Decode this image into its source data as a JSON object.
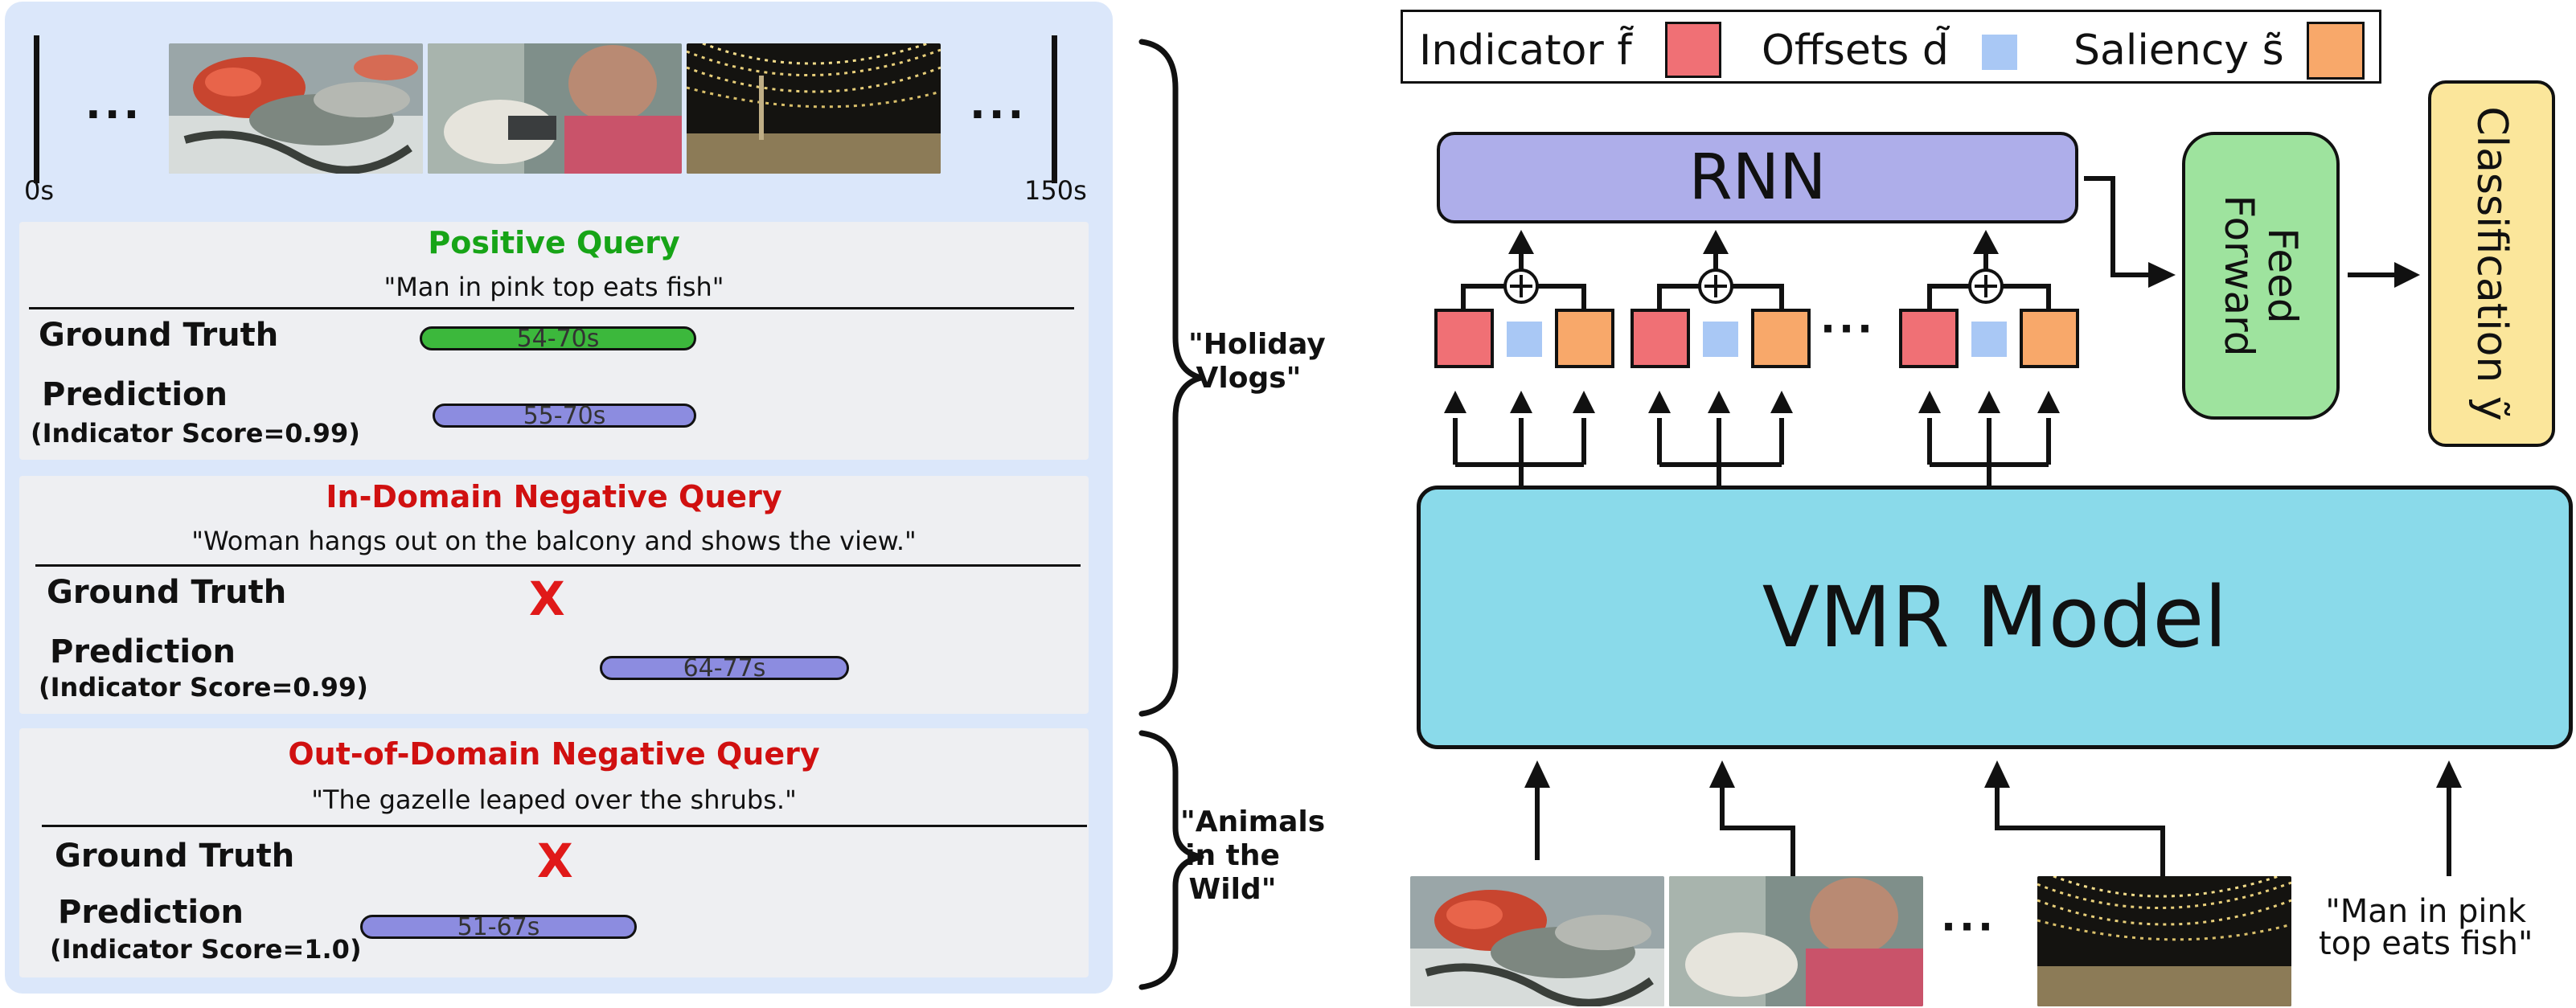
{
  "left_panel": {
    "time_start": "0s",
    "time_end": "150s",
    "ellipsis": "...",
    "queries": [
      {
        "title": "Positive Query",
        "title_color": "#17a417",
        "text": "\"Man in pink top eats fish\"",
        "ground_truth_label": "Ground Truth",
        "ground_truth_bar": "54-70s",
        "ground_truth_color": "#3cb83c",
        "prediction_label": "Prediction",
        "score": "(Indicator Score=0.99)",
        "prediction_bar": "55-70s"
      },
      {
        "title": "In-Domain Negative Query",
        "title_color": "#d01010",
        "text": "\"Woman hangs out on the balcony and shows the view.\"",
        "ground_truth_label": "Ground Truth",
        "ground_truth_mark": "X",
        "prediction_label": "Prediction",
        "score": "(Indicator Score=0.99)",
        "prediction_bar": "64-77s"
      },
      {
        "title": "Out-of-Domain Negative Query",
        "title_color": "#d01010",
        "text": "\"The gazelle leaped over the shrubs.\"",
        "ground_truth_label": "Ground Truth",
        "ground_truth_mark": "X",
        "prediction_label": "Prediction",
        "score": "(Indicator Score=1.0)",
        "prediction_bar": "51-67s"
      }
    ],
    "prediction_color": "#8c8ce0"
  },
  "braces": {
    "upper": "\"Holiday\nVlogs\"",
    "lower": "\"Animals\nin the\nWild\""
  },
  "legend": {
    "indicator": "Indicator f̃",
    "offsets": "Offsets d̃",
    "saliency": "Saliency s̃",
    "indicator_color": "#f07075",
    "offsets_color": "#a9c8f5",
    "saliency_color": "#f8a86a"
  },
  "model": {
    "rnn": "RNN",
    "feed_forward": "Feed\nForward",
    "classification": "Classification ỹ",
    "vmr": "VMR Model",
    "ellipsis": "···",
    "input_query": "\"Man in pink\ntop eats fish\""
  }
}
